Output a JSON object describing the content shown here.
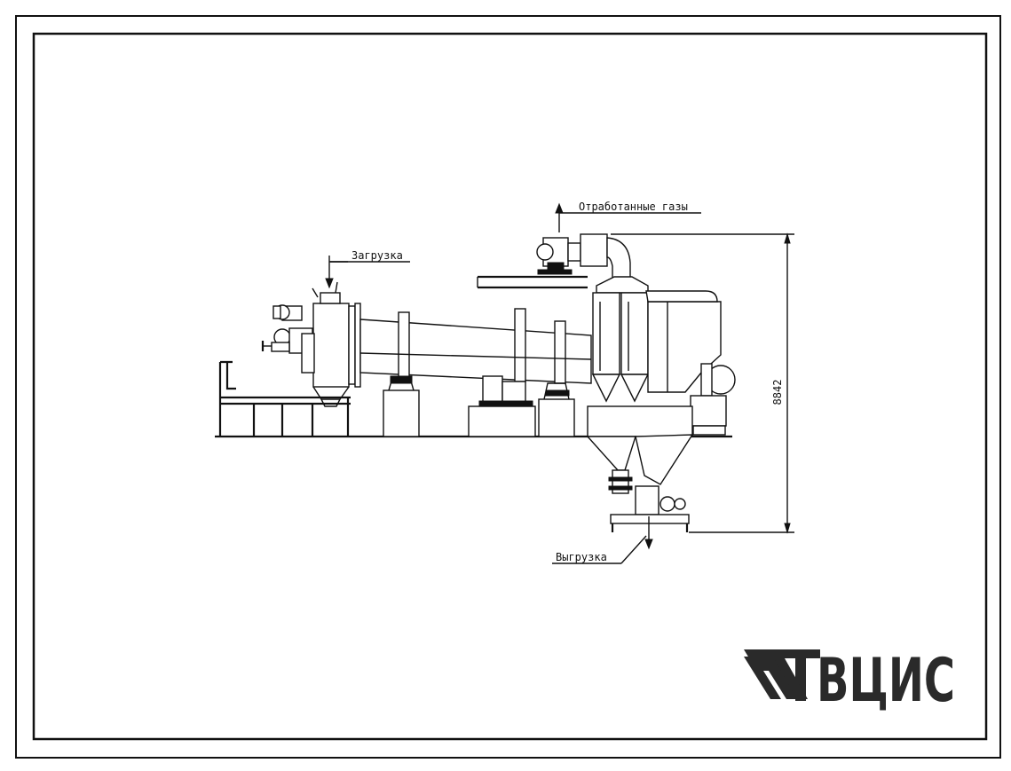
{
  "labels": {
    "exhaust_gases": "Отработанные газы",
    "loading": "Загрузка",
    "unloading": "Выгрузка",
    "height_dimension": "8842"
  },
  "logo": {
    "text": "ВЦИС"
  }
}
